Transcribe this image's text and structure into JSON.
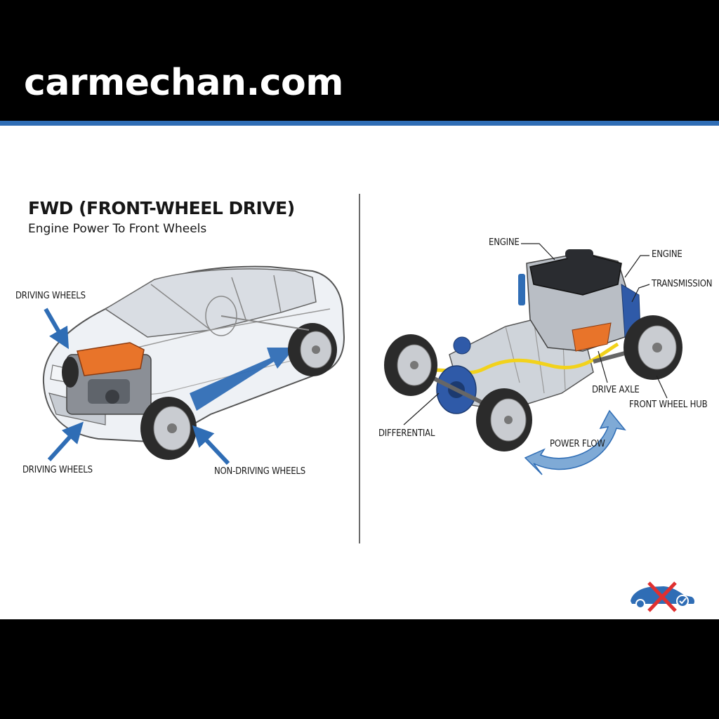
{
  "header": {
    "site_name": "carmechan.com"
  },
  "left_panel": {
    "title": "FWD (FRONT-WHEEL DRIVE)",
    "subtitle": "Engine Power To Front Wheels",
    "labels": {
      "driving_wheels_top": "DRIVING WHEELS",
      "driving_wheels_bottom": "DRIVING WHEELS",
      "non_driving_wheels": "NON-DRIVING WHEELS"
    }
  },
  "right_panel": {
    "labels": {
      "engine_left": "ENGINE",
      "engine_right": "ENGINE",
      "transmission": "TRANSMISSION",
      "drive_axle": "DRIVE AXLE",
      "front_wheel_hub": "FRONT WHEEL HUB",
      "differential": "DIFFERENTIAL",
      "power_flow": "POWER FLOW"
    }
  },
  "colors": {
    "accent_blue": "#2f6db5",
    "engine_orange": "#e8742a",
    "power_path_yellow": "#f2d21b",
    "logo_red": "#e03030"
  },
  "logo": {
    "icon": "car-cross-check-icon"
  }
}
